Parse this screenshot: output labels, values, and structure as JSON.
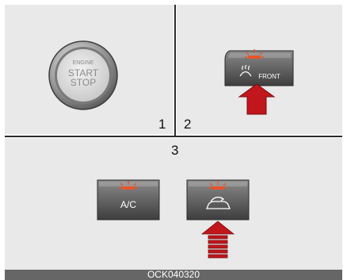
{
  "labels": {
    "step_1": "1",
    "step_2": "2",
    "step_3": "3"
  },
  "engine_button": {
    "line_1": "ENGINE",
    "line_2": "START",
    "line_3": "STOP"
  },
  "front_defrost_button": {
    "label": "FRONT"
  },
  "ac_button": {
    "label": "A/C"
  },
  "footer": {
    "code": "OCK040320"
  },
  "icons": [
    "indicator-light-icon",
    "front-defrost-icon",
    "recirculation-car-icon",
    "press-arrow-icon"
  ],
  "colors": {
    "panel": "#e9e9e9",
    "button_face": "#5a5a5a",
    "arrow": "#c0161c",
    "indicator": "#e8542a",
    "footer": "#666666"
  }
}
